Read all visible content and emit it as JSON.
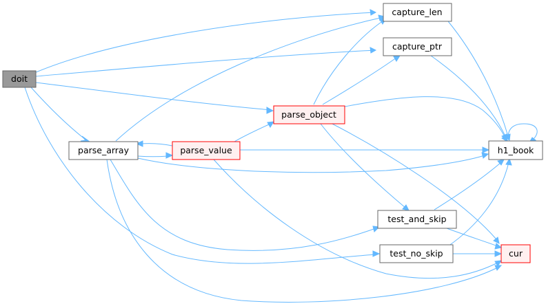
{
  "colors": {
    "edge": "#63b8ff",
    "node_fill": "#ffffff",
    "node_stroke": "#666666",
    "focus_fill": "#999999",
    "focus_stroke": "#666666",
    "highlight_fill": "#fff0f0",
    "highlight_stroke": "#ff0000"
  },
  "nodes": {
    "doit": "doit",
    "parse_array": "parse_array",
    "parse_value": "parse_value",
    "parse_object": "parse_object",
    "capture_len": "capture_len",
    "capture_ptr": "capture_ptr",
    "h1_book": "h1_book",
    "test_and_skip": "test_and_skip",
    "test_no_skip": "test_no_skip",
    "cur": "cur"
  },
  "edges": [
    {
      "from": "doit",
      "to": "capture_len"
    },
    {
      "from": "doit",
      "to": "capture_ptr"
    },
    {
      "from": "doit",
      "to": "parse_object"
    },
    {
      "from": "doit",
      "to": "parse_array"
    },
    {
      "from": "doit",
      "to": "test_no_skip"
    },
    {
      "from": "parse_array",
      "to": "capture_len"
    },
    {
      "from": "parse_array",
      "to": "parse_value"
    },
    {
      "from": "parse_array",
      "to": "h1_book"
    },
    {
      "from": "parse_array",
      "to": "test_and_skip"
    },
    {
      "from": "parse_array",
      "to": "cur"
    },
    {
      "from": "parse_value",
      "to": "parse_array"
    },
    {
      "from": "parse_value",
      "to": "parse_object"
    },
    {
      "from": "parse_value",
      "to": "h1_book"
    },
    {
      "from": "parse_value",
      "to": "cur"
    },
    {
      "from": "parse_object",
      "to": "capture_len"
    },
    {
      "from": "parse_object",
      "to": "capture_ptr"
    },
    {
      "from": "parse_object",
      "to": "h1_book"
    },
    {
      "from": "parse_object",
      "to": "test_and_skip"
    },
    {
      "from": "parse_object",
      "to": "cur"
    },
    {
      "from": "capture_len",
      "to": "h1_book"
    },
    {
      "from": "capture_ptr",
      "to": "h1_book"
    },
    {
      "from": "h1_book",
      "to": "h1_book"
    },
    {
      "from": "test_and_skip",
      "to": "h1_book"
    },
    {
      "from": "test_and_skip",
      "to": "cur"
    },
    {
      "from": "test_no_skip",
      "to": "h1_book"
    },
    {
      "from": "test_no_skip",
      "to": "cur"
    }
  ]
}
